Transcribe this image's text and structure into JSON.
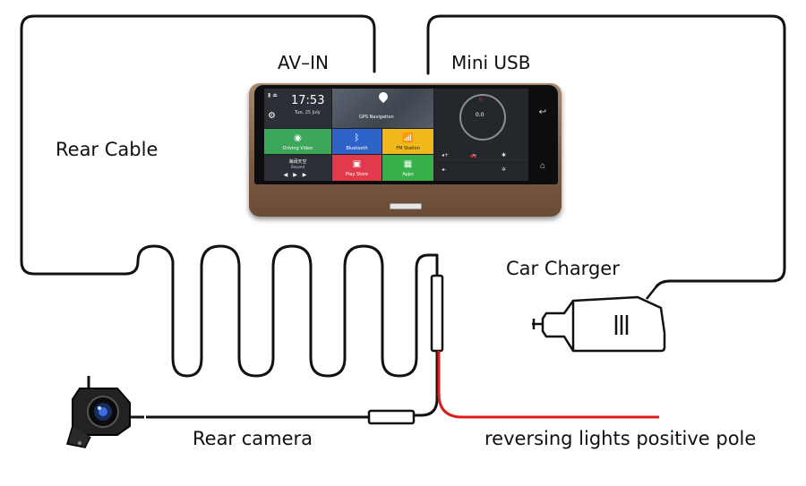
{
  "labels": {
    "av_in": "AV–IN",
    "mini_usb": "Mini USB",
    "rear_cable": "Rear Cable",
    "car_charger": "Car Charger",
    "rear_camera": "Rear camera",
    "reversing": "reversing lights positive pole"
  },
  "screen": {
    "time": "17:53",
    "date": "Tue, 25 July",
    "gps_label": "GPS Navigation",
    "compass_value": "0.0",
    "compass_north": "N",
    "tiles": {
      "driving_video": "Driving Video",
      "bluetooth": "Bluetooth",
      "fm_station": "FM Station",
      "song": "海阔天空",
      "artist": "Beyond",
      "play_store": "Play Store",
      "apps": "Apps"
    }
  },
  "colors": {
    "cable": "#111111",
    "positive_wire": "#e01b1b",
    "device_wood": "#7a5a42"
  },
  "icons": [
    "gear-icon",
    "gps-pin-icon",
    "bluetooth-icon",
    "fm-icon",
    "store-icon",
    "apps-icon",
    "back-icon",
    "home-icon",
    "car-icon",
    "brightness-icon",
    "volume-icon"
  ]
}
